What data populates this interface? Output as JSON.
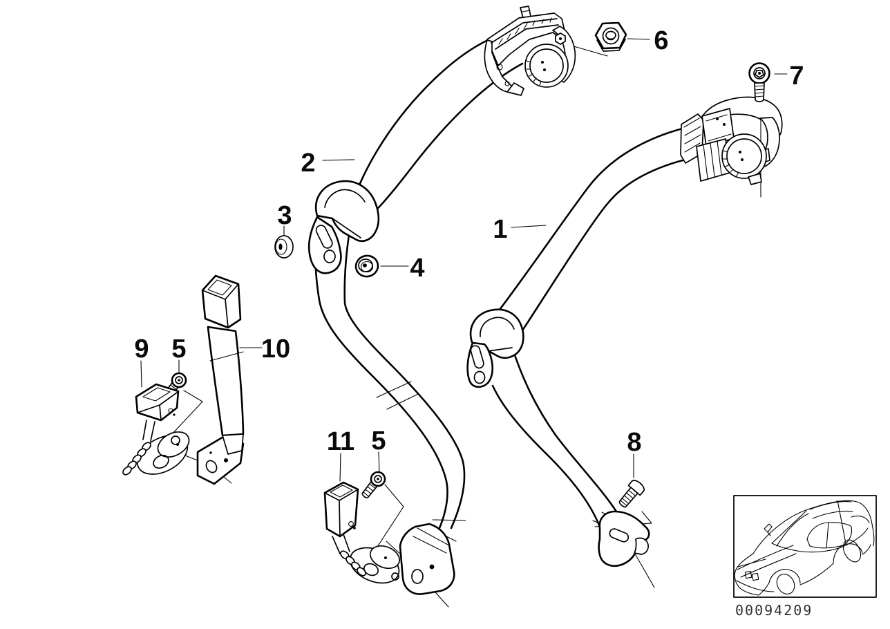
{
  "diagram": {
    "description": "Rear seat belt parts diagram",
    "image_number": "00094209",
    "colors": {
      "line": "#000000",
      "background": "#ffffff"
    },
    "callouts": [
      {
        "id": "1",
        "label": "1"
      },
      {
        "id": "2",
        "label": "2"
      },
      {
        "id": "3",
        "label": "3"
      },
      {
        "id": "4",
        "label": "4"
      },
      {
        "id": "5-left",
        "label": "5"
      },
      {
        "id": "5-lower",
        "label": "5"
      },
      {
        "id": "6",
        "label": "6"
      },
      {
        "id": "7",
        "label": "7"
      },
      {
        "id": "8",
        "label": "8"
      },
      {
        "id": "9",
        "label": "9"
      },
      {
        "id": "10",
        "label": "10"
      },
      {
        "id": "11",
        "label": "11"
      }
    ]
  }
}
